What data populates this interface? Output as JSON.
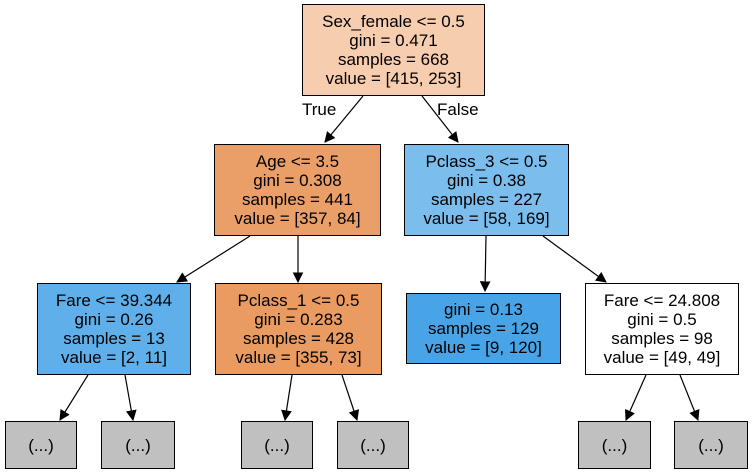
{
  "tree": {
    "root": {
      "lines": [
        "Sex_female <= 0.5",
        "gini = 0.471",
        "samples = 668",
        "value = [415, 253]"
      ],
      "color": "#f6cdae"
    },
    "edge_labels": {
      "true": "True",
      "false": "False"
    },
    "age_node": {
      "lines": [
        "Age <= 3.5",
        "gini = 0.308",
        "samples = 441",
        "value = [357, 84]"
      ],
      "color": "#eb9f68"
    },
    "pclass3_node": {
      "lines": [
        "Pclass_3 <= 0.5",
        "gini = 0.38",
        "samples = 227",
        "value = [58, 169]"
      ],
      "color": "#7bbeee"
    },
    "fare_left_node": {
      "lines": [
        "Fare <= 39.344",
        "gini = 0.26",
        "samples = 13",
        "value = [2, 11]"
      ],
      "color": "#5eafea"
    },
    "pclass1_node": {
      "lines": [
        "Pclass_1 <= 0.5",
        "gini = 0.283",
        "samples = 428",
        "value = [355, 73]"
      ],
      "color": "#ea9b62"
    },
    "leaf_node": {
      "lines": [
        "gini = 0.13",
        "samples = 129",
        "value = [9, 120]"
      ],
      "color": "#48a4e7"
    },
    "fare_right_node": {
      "lines": [
        "Fare <= 24.808",
        "gini = 0.5",
        "samples = 98",
        "value = [49, 49]"
      ],
      "color": "#ffffff"
    },
    "truncated_label": "(...)",
    "truncated_color": "#c0c0c0"
  }
}
